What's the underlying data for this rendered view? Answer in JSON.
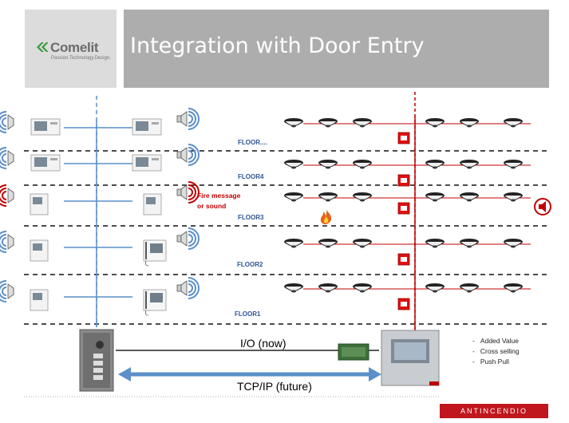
{
  "header": {
    "logo_text": "Comelit",
    "logo_subtitle": "Passion.Technology.Design.",
    "title": "Integration with Door Entry"
  },
  "floors": [
    {
      "label": "FLOOR....",
      "devices": "video"
    },
    {
      "label": "FLOOR4",
      "devices": "video"
    },
    {
      "label": "FLOOR3",
      "devices": "audio",
      "alarm": true
    },
    {
      "label": "FLOOR2",
      "devices": "mixed"
    },
    {
      "label": "FLOOR1",
      "devices": "mixed"
    }
  ],
  "fire_message": [
    "Fire message",
    "or sound"
  ],
  "connections": {
    "io_label": "I/O (now)",
    "tcp_label": "TCP/IP (future)"
  },
  "benefits": [
    "Added Value",
    "Cross selling",
    "Push Pull"
  ],
  "footer_badge": "ANTINCENDIO",
  "colors": {
    "bus_blue": "#5b8fc9",
    "fire_red": "#c00000",
    "title_bar": "#adadad",
    "floor_label": "#2f5597",
    "badge": "#c0161d"
  }
}
